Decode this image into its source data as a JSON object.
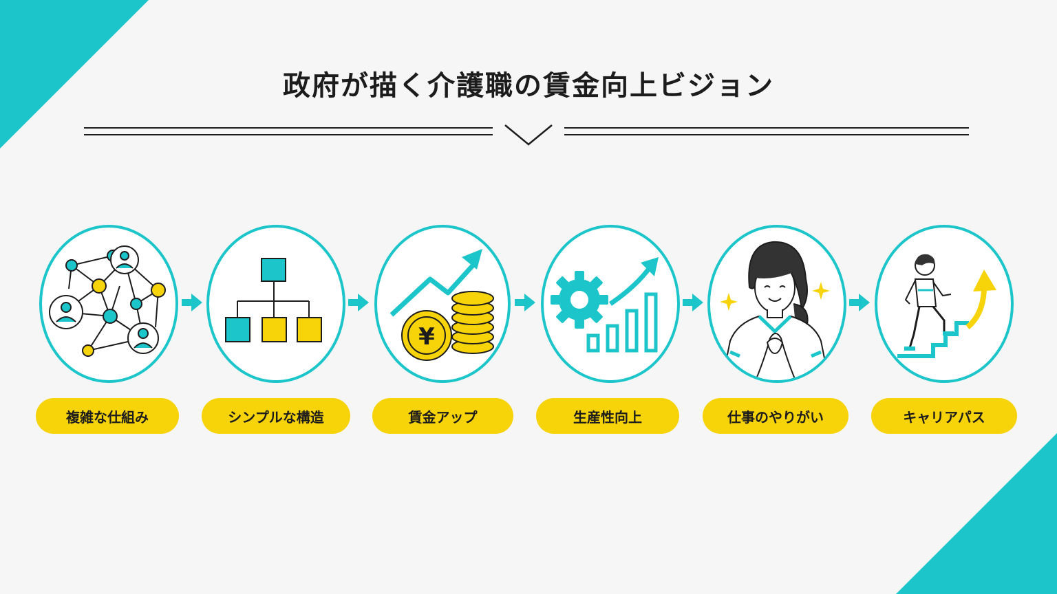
{
  "title": "政府が描く介護職の賃金向上ビジョン",
  "steps": [
    {
      "label": "複雑な仕組み",
      "icon": "network-people-icon"
    },
    {
      "label": "シンプルな構造",
      "icon": "hierarchy-chart-icon"
    },
    {
      "label": "賃金アップ",
      "icon": "yen-coins-growth-icon"
    },
    {
      "label": "生産性向上",
      "icon": "gear-bar-chart-icon"
    },
    {
      "label": "仕事のやりがい",
      "icon": "smiling-caregiver-icon"
    },
    {
      "label": "キャリアパス",
      "icon": "person-climbing-stairs-icon"
    }
  ],
  "colors": {
    "accent": "#1cc5c9",
    "highlight": "#f7d30a",
    "background": "#f6f6f6",
    "text": "#1c1c1c"
  }
}
